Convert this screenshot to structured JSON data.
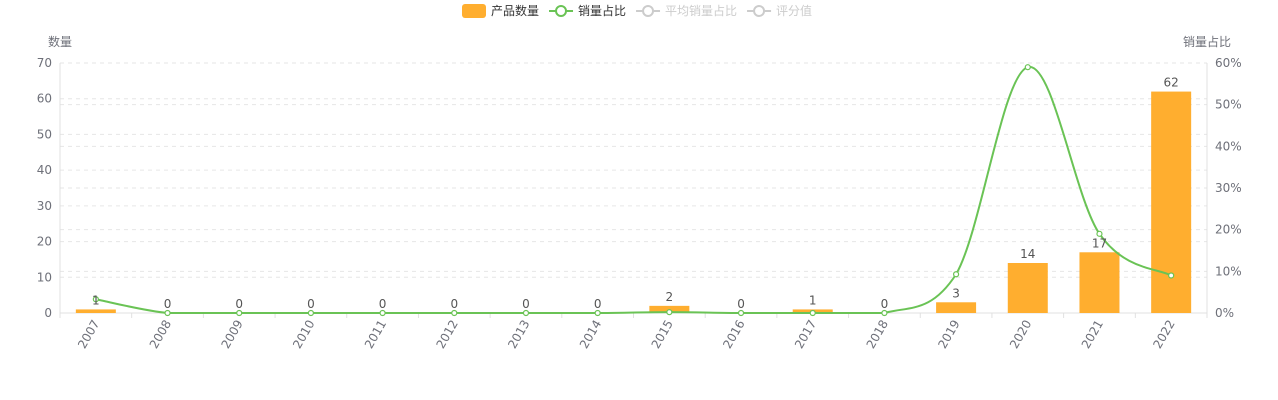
{
  "legend": [
    {
      "name": "产品数量",
      "shape": "bar",
      "active": true,
      "color": "#FFAE2F"
    },
    {
      "name": "销量占比",
      "shape": "line",
      "active": true,
      "color": "#6AC355"
    },
    {
      "name": "平均销量占比",
      "shape": "line",
      "active": false,
      "color": "#CCCCCC"
    },
    {
      "name": "评分值",
      "shape": "line",
      "active": false,
      "color": "#CCCCCC"
    }
  ],
  "chart_data": {
    "type": "bar",
    "categories": [
      "2007",
      "2008",
      "2009",
      "2010",
      "2011",
      "2012",
      "2013",
      "2014",
      "2015",
      "2016",
      "2017",
      "2018",
      "2019",
      "2020",
      "2021",
      "2022"
    ],
    "series": [
      {
        "name": "产品数量",
        "type": "bar",
        "axis": "left",
        "color": "#FFAE2F",
        "values": [
          1,
          0,
          0,
          0,
          0,
          0,
          0,
          0,
          2,
          0,
          1,
          0,
          3,
          14,
          17,
          62
        ]
      },
      {
        "name": "销量占比",
        "type": "line",
        "axis": "right",
        "smooth": true,
        "color": "#6AC355",
        "values": [
          3.3,
          0,
          0,
          0,
          0,
          0,
          0,
          0,
          0.2,
          0,
          0,
          0,
          9.3,
          59,
          19,
          9
        ]
      }
    ],
    "y_left": {
      "name": "数量",
      "min": 0,
      "max": 70,
      "ticks": [
        0,
        10,
        20,
        30,
        40,
        50,
        60,
        70
      ]
    },
    "y_right": {
      "name": "销量占比",
      "min": 0,
      "max": 60,
      "ticks": [
        "0%",
        "10%",
        "20%",
        "30%",
        "40%",
        "50%",
        "60%"
      ]
    },
    "grid": true,
    "legend_position": "top-center"
  }
}
